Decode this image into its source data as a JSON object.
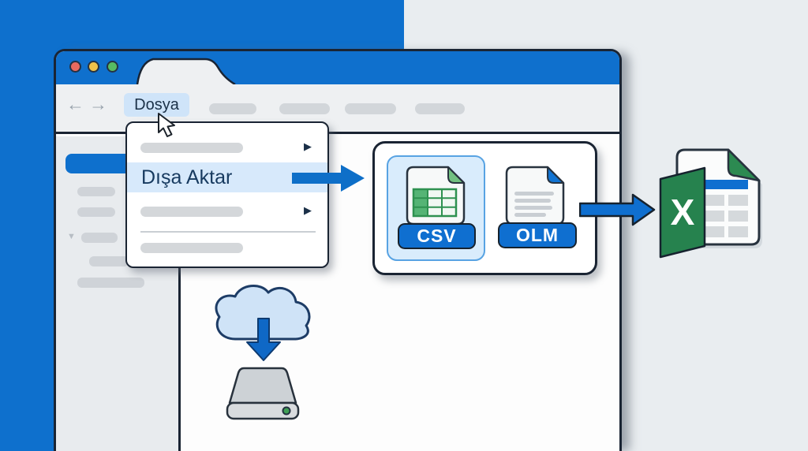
{
  "browser": {
    "menu_bar": {
      "back_glyph": "←",
      "forward_glyph": "→",
      "file_menu_label": "Dosya"
    },
    "file_menu": {
      "export_item_label": "Dışa Aktar",
      "submenu_glyph": "▶"
    },
    "sidebar": {
      "disclosure_glyph": "▼"
    }
  },
  "export_panel": {
    "csv_label": "CSV",
    "olm_label": "OLM"
  },
  "excel_icon": {
    "letter": "X"
  },
  "colors": {
    "accent_blue": "#0f6fd0",
    "background_blue": "#0e70cd",
    "titlebar_blue": "#0f70cd",
    "menu_highlight_blue": "#d7e9fb",
    "selected_format_blue": "#d9ecfc",
    "excel_green": "#26824e",
    "csv_fold_green": "#72c181",
    "window_border": "#1a2433",
    "cloud_fill": "#cfe3f7"
  }
}
